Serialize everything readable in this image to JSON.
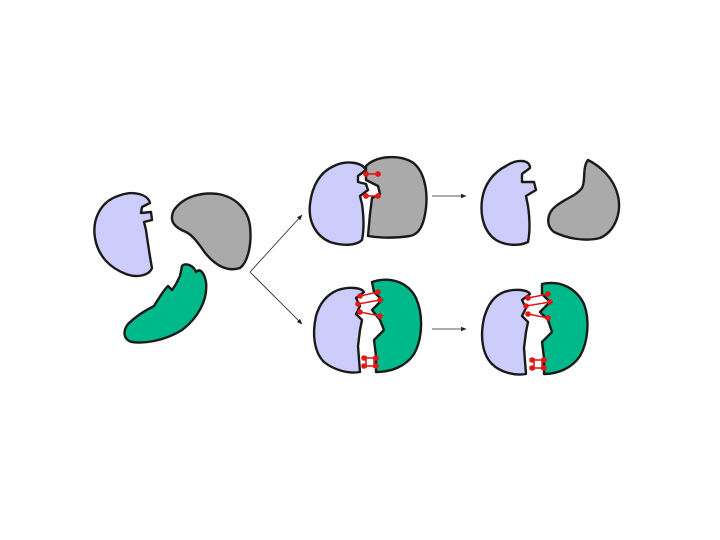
{
  "colors": {
    "protein_a": "#cdcdfb",
    "protein_b": "#aaaaaa",
    "protein_c": "#00b98b",
    "outline": "#1a1a1a",
    "bond": "#e01818",
    "arrow": "#222222"
  },
  "shapes": {
    "protein_a": "lavender-blob-with-notched-pocket",
    "protein_b": "grey-blob-with-bump",
    "protein_c": "green-blob-with-jagged-edge"
  },
  "bonds": {
    "weak_pair": 2,
    "strong_pair": 4
  }
}
